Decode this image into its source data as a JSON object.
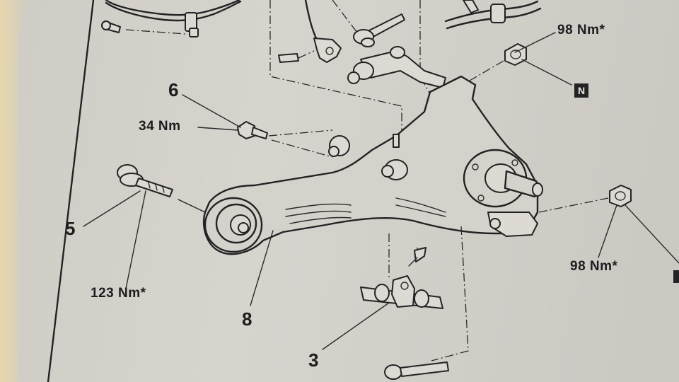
{
  "labels": {
    "part_5": "5",
    "part_6": "6",
    "part_8": "8",
    "part_3": "3",
    "torque_part5": "123 Nm*",
    "torque_part6": "34 Nm",
    "torque_top_nut": "98 Nm*",
    "torque_right_nut": "98 Nm*",
    "new_part_symbol": "N"
  }
}
